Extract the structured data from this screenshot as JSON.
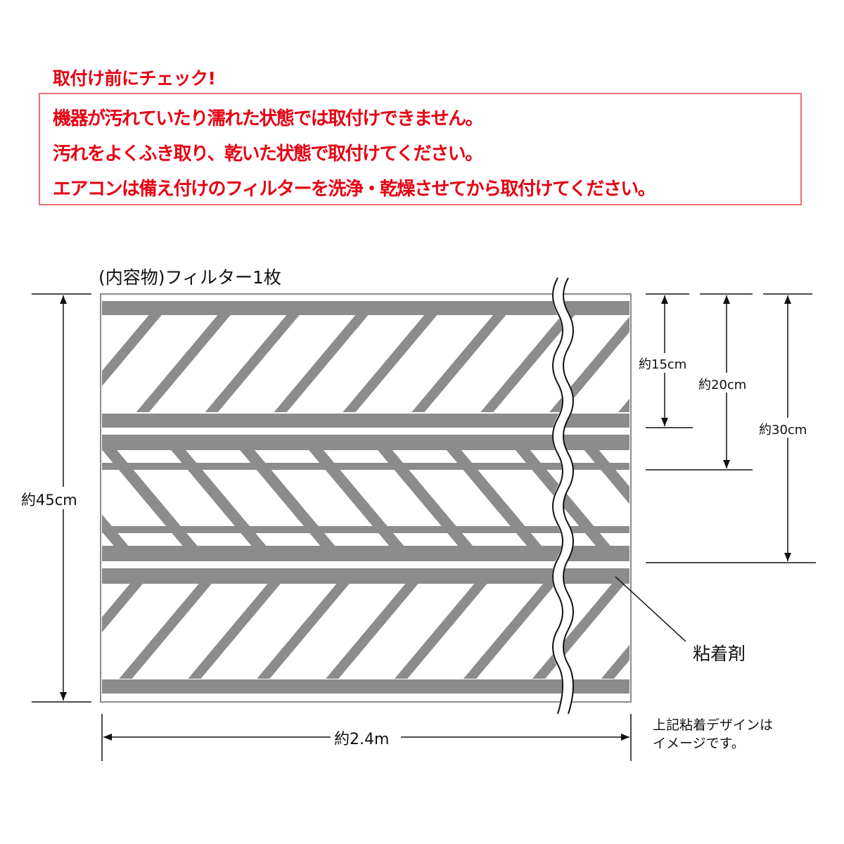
{
  "check": {
    "title": "取付け前にチェック!",
    "lines": [
      "機器が汚れていたり濡れた状態では取付けできません。",
      "汚れをよくふき取り、乾いた状態で取付けてください。",
      "エアコンは備え付けのフィルターを洗浄・乾燥させてから取付けてください。"
    ]
  },
  "diagram": {
    "contents_label": "(内容物)フィルター1枚",
    "height_total": "約45cm",
    "width_total": "約2.4m",
    "dim_15": "約15cm",
    "dim_20": "約20cm",
    "dim_30": "約30cm",
    "adhesive_label": "粘着剤",
    "note_lines": [
      "上記粘着デザインは",
      "イメージです。"
    ]
  },
  "colors": {
    "warning": "#e60012",
    "band": "#8c8c8c"
  }
}
